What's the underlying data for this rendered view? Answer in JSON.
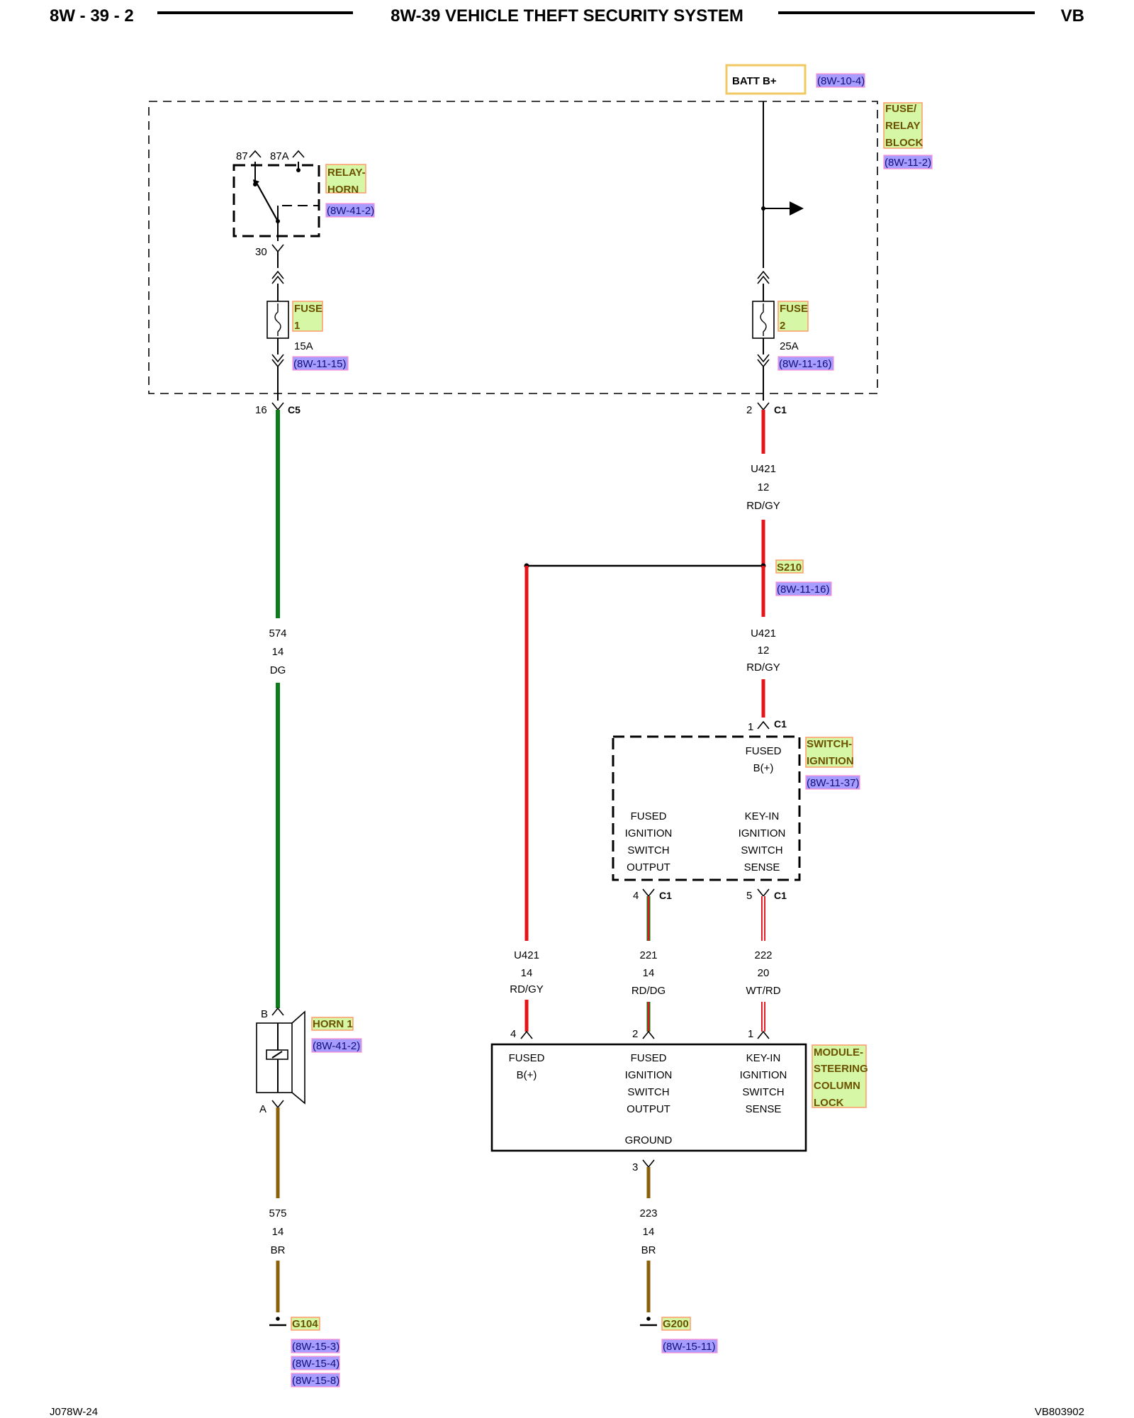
{
  "header": {
    "page": "8W - 39 - 2",
    "title": "8W-39 VEHICLE THEFT SECURITY SYSTEM",
    "model": "VB"
  },
  "footer": {
    "left": "J078W-24",
    "right": "VB803902"
  },
  "batt": {
    "label": "BATT B+",
    "ref": "(8W-10-4)"
  },
  "fuse_block": {
    "tag": [
      "FUSE/",
      "RELAY",
      "BLOCK"
    ],
    "ref": "(8W-11-2)"
  },
  "relay": {
    "pin87": "87",
    "pin87a": "87A",
    "pin30": "30",
    "tag": [
      "RELAY-",
      "HORN"
    ],
    "ref": "(8W-41-2)"
  },
  "fuse1": {
    "tag": [
      "FUSE",
      "1"
    ],
    "rating": "15A",
    "ref": "(8W-11-15)"
  },
  "fuse2": {
    "tag": [
      "FUSE",
      "2"
    ],
    "rating": "25A",
    "ref": "(8W-11-16)"
  },
  "c5": {
    "pin": "16",
    "name": "C5"
  },
  "c1_top": {
    "pin": "2",
    "name": "C1"
  },
  "wire_574": {
    "circuit": "574",
    "gauge": "14",
    "color": "DG"
  },
  "wire_u421_a": {
    "circuit": "U421",
    "gauge": "12",
    "color": "RD/GY"
  },
  "splice": {
    "tag": "S210",
    "ref": "(8W-11-16)"
  },
  "wire_u421_b": {
    "circuit": "U421",
    "gauge": "12",
    "color": "RD/GY"
  },
  "ignition": {
    "pin_in": "1",
    "conn": "C1",
    "tag": [
      "SWITCH-",
      "IGNITION"
    ],
    "ref": "(8W-11-37)",
    "fused_b": [
      "FUSED",
      "B(+)"
    ],
    "output": [
      "FUSED",
      "IGNITION",
      "SWITCH",
      "OUTPUT"
    ],
    "sense": [
      "KEY-IN",
      "IGNITION",
      "SWITCH",
      "SENSE"
    ],
    "pin_out": "4",
    "pin_sense": "5"
  },
  "wire_u421_c": {
    "circuit": "U421",
    "gauge": "14",
    "color": "RD/GY"
  },
  "wire_221": {
    "circuit": "221",
    "gauge": "14",
    "color": "RD/DG"
  },
  "wire_222": {
    "circuit": "222",
    "gauge": "20",
    "color": "WT/RD"
  },
  "horn": {
    "pin_b": "B",
    "pin_a": "A",
    "tag": "HORN 1",
    "ref": "(8W-41-2)"
  },
  "module": {
    "tag": [
      "MODULE-",
      "STEERING",
      "COLUMN",
      "LOCK"
    ],
    "pin4": "4",
    "pin2": "2",
    "pin1": "1",
    "pin3": "3",
    "fused_b": [
      "FUSED",
      "B(+)"
    ],
    "output": [
      "FUSED",
      "IGNITION",
      "SWITCH",
      "OUTPUT"
    ],
    "sense": [
      "KEY-IN",
      "IGNITION",
      "SWITCH",
      "SENSE"
    ],
    "ground": "GROUND"
  },
  "wire_575": {
    "circuit": "575",
    "gauge": "14",
    "color": "BR"
  },
  "wire_223": {
    "circuit": "223",
    "gauge": "14",
    "color": "BR"
  },
  "g104": {
    "tag": "G104",
    "refs": [
      "(8W-15-3)",
      "(8W-15-4)",
      "(8W-15-8)"
    ]
  },
  "g200": {
    "tag": "G200",
    "ref": "(8W-15-11)"
  },
  "colors": {
    "red": "#e4141a",
    "green": "#0c7d1a",
    "brown": "#8a6008",
    "white": "#ffffff"
  }
}
